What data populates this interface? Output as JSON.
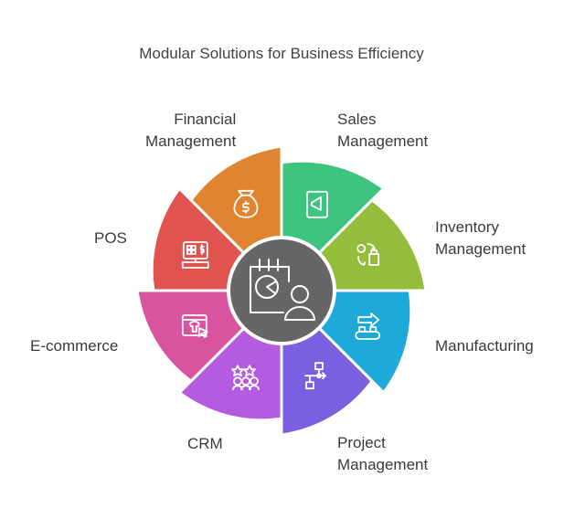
{
  "title": "Modular Solutions for Business Efficiency",
  "center": {
    "icon": "calendar-chart-user-icon",
    "color": "#666666"
  },
  "segments": [
    {
      "id": "sales",
      "label": [
        "Sales",
        "Management"
      ],
      "color": "#3fc47f",
      "icon": "megaphone-document-icon"
    },
    {
      "id": "inventory",
      "label": [
        "Inventory",
        "Management"
      ],
      "color": "#94bd3c",
      "icon": "inventory-cycle-icon"
    },
    {
      "id": "manufacturing",
      "label": [
        "Manufacturing"
      ],
      "color": "#1fa9d9",
      "icon": "conveyor-belt-icon"
    },
    {
      "id": "project",
      "label": [
        "Project",
        "Management"
      ],
      "color": "#7a5fe0",
      "icon": "flowchart-icon"
    },
    {
      "id": "crm",
      "label": [
        "CRM"
      ],
      "color": "#b45be0",
      "icon": "customer-rating-icon"
    },
    {
      "id": "ecommerce",
      "label": [
        "E-commerce"
      ],
      "color": "#d9549f",
      "icon": "online-shop-icon"
    },
    {
      "id": "pos",
      "label": [
        "POS"
      ],
      "color": "#e0534f",
      "icon": "cash-register-icon"
    },
    {
      "id": "financial",
      "label": [
        "Financial",
        "Management"
      ],
      "color": "#e0842f",
      "icon": "money-bag-icon"
    }
  ]
}
